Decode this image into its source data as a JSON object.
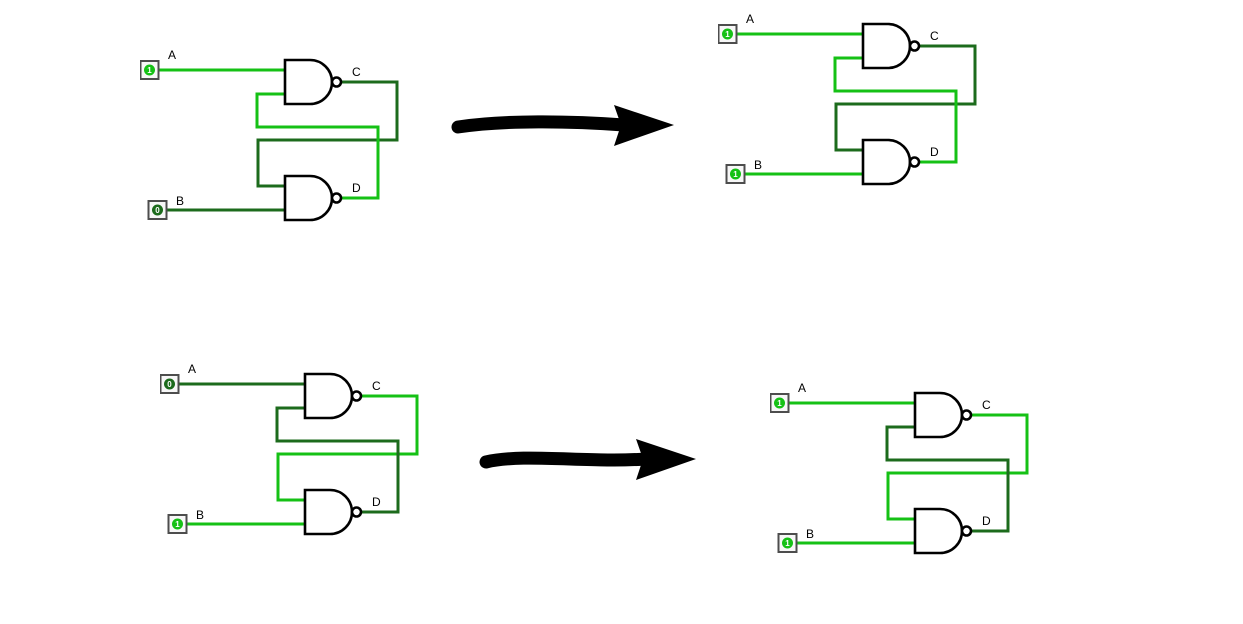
{
  "gate_type": "NAND",
  "colors": {
    "logic_high": "#15c115",
    "logic_low": "#1c6b1c",
    "gate_outline": "#000000",
    "pin_border": "#4d4d4d",
    "label_text": "#000000",
    "arrow": "#000000",
    "background": "#ffffff"
  },
  "circuits": [
    {
      "position": "top-left",
      "pin_a": {
        "label": "A",
        "value": "1",
        "color": "#15c115"
      },
      "pin_b": {
        "label": "B",
        "value": "0",
        "color": "#1c6b1c"
      },
      "out_c": {
        "label": "C",
        "color": "#1c6b1c"
      },
      "out_d": {
        "label": "D",
        "color": "#15c115"
      }
    },
    {
      "position": "top-right",
      "pin_a": {
        "label": "A",
        "value": "1",
        "color": "#15c115"
      },
      "pin_b": {
        "label": "B",
        "value": "1",
        "color": "#15c115"
      },
      "out_c": {
        "label": "C",
        "color": "#1c6b1c"
      },
      "out_d": {
        "label": "D",
        "color": "#15c115"
      }
    },
    {
      "position": "bottom-left",
      "pin_a": {
        "label": "A",
        "value": "0",
        "color": "#1c6b1c"
      },
      "pin_b": {
        "label": "B",
        "value": "1",
        "color": "#15c115"
      },
      "out_c": {
        "label": "C",
        "color": "#15c115"
      },
      "out_d": {
        "label": "D",
        "color": "#1c6b1c"
      }
    },
    {
      "position": "bottom-right",
      "pin_a": {
        "label": "A",
        "value": "1",
        "color": "#15c115"
      },
      "pin_b": {
        "label": "B",
        "value": "1",
        "color": "#15c115"
      },
      "out_c": {
        "label": "C",
        "color": "#15c115"
      },
      "out_d": {
        "label": "D",
        "color": "#1c6b1c"
      }
    }
  ]
}
